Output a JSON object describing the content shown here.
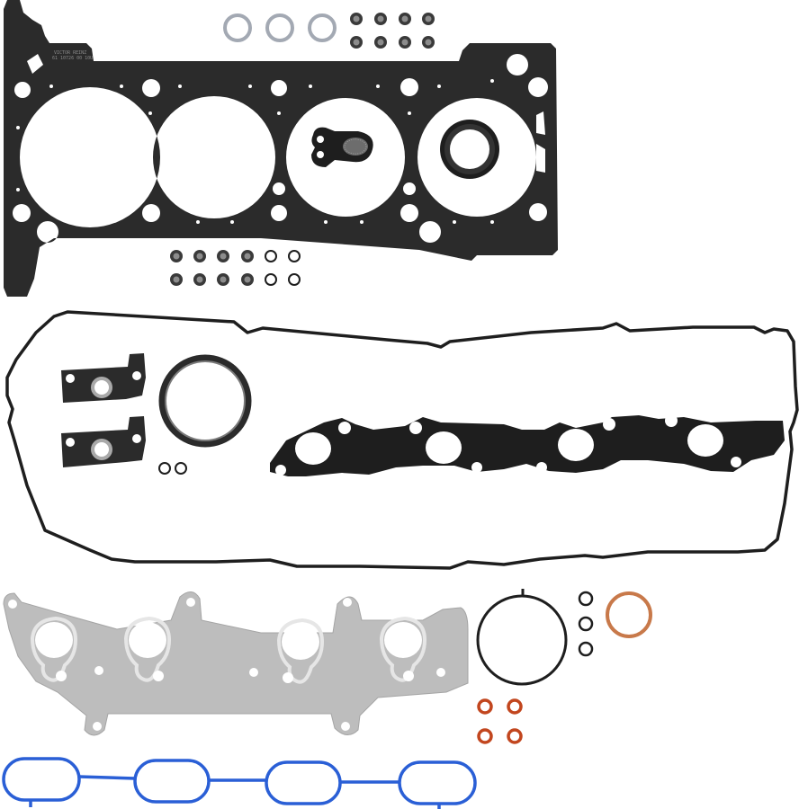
{
  "scene": {
    "description": "Engine cylinder head gasket kit laid out on white background",
    "background": "#ffffff"
  },
  "head_gasket": {
    "stamp_line1": "VICTOR REINZ",
    "stamp_line2": "61 10726 00 10U",
    "color": "#2b2b2b",
    "bores": 4
  },
  "colors": {
    "rubber_black": "#1e1e1e",
    "steel_grey": "#b9b9b9",
    "steel_light": "#d9d9d9",
    "valve_seal_ring": "#9aa0ab",
    "copper": "#c8794a",
    "red_oring": "#c2461e",
    "blue_intake": "#2a5fd6",
    "stem_seal_outer": "#3a3a3a",
    "stem_seal_inner": "#8c8c8c"
  },
  "parts": {
    "top_rings_count": 3,
    "top_stem_seals_count": 8,
    "lower_stem_seals_dark_count": 8,
    "lower_orings_count": 4,
    "small_black_orings_count": 3,
    "red_orings_count": 4,
    "intake_ports": 4,
    "exhaust_ports": 4
  }
}
